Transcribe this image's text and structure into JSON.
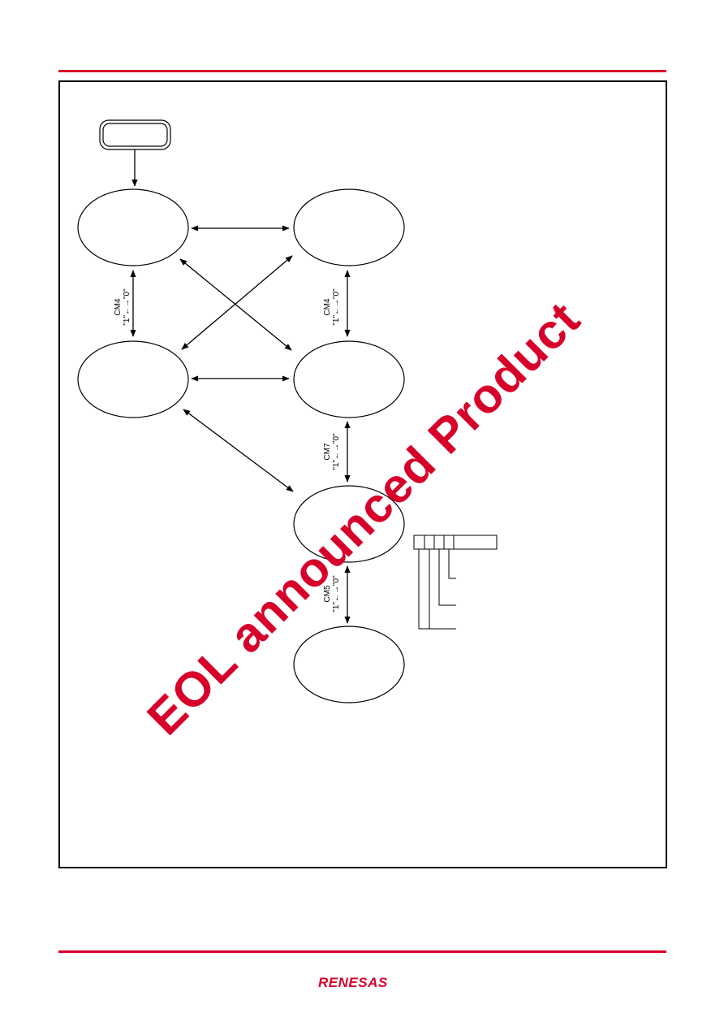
{
  "colors": {
    "accent": "#d7002a",
    "line": "#000000",
    "background": "#ffffff"
  },
  "diagram": {
    "transitions": [
      {
        "reg": "CM4",
        "label": "\"1\"←→\"0\""
      },
      {
        "reg": "CM4",
        "label": "\"1\"←→\"0\""
      },
      {
        "reg": "CM7",
        "label": "\"1\"←→\"0\""
      },
      {
        "reg": "CM5",
        "label": "\"1\"←→\"0\""
      }
    ]
  },
  "watermark": "EOL announced Product",
  "footer": {
    "logo": "RENESAS"
  }
}
